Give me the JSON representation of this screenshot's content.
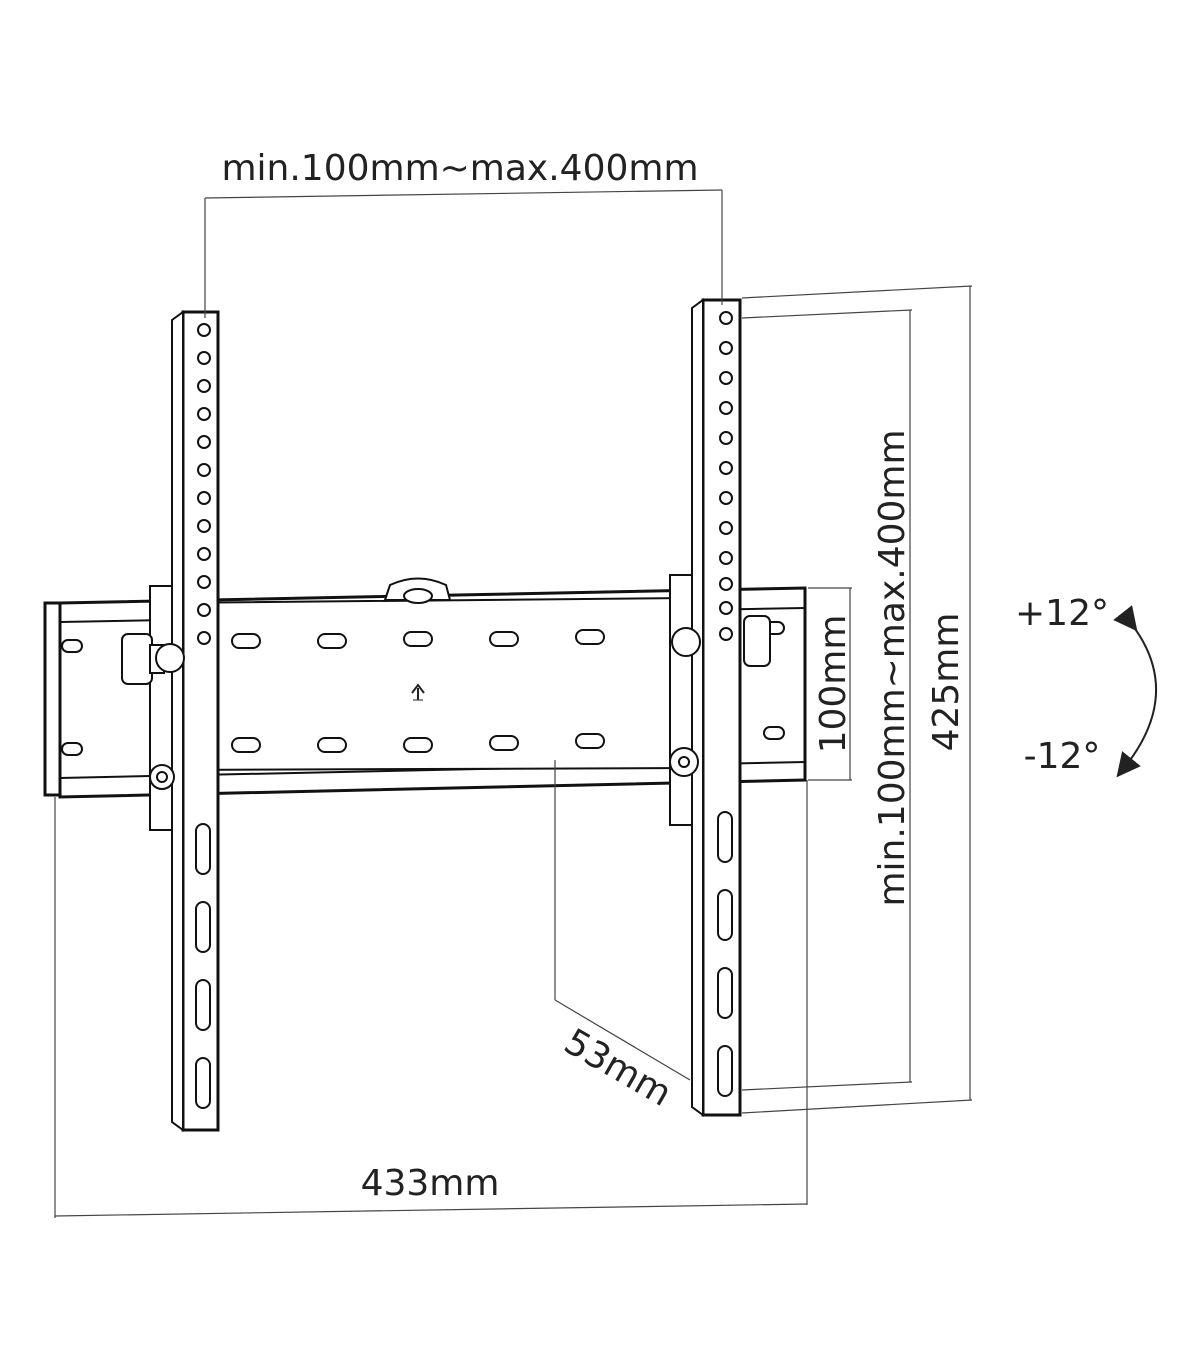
{
  "dimensions": {
    "vesa_width": "min.100mm~max.400mm",
    "vesa_height": "min.100mm~max.400mm",
    "plate_height": "100mm",
    "bracket_height": "425mm",
    "depth": "53mm",
    "total_width": "433mm"
  },
  "tilt": {
    "up": "+12°",
    "down": "-12°"
  },
  "icons": {
    "center_marker": "up-arrow-icon",
    "tilt_indicator": "curved-double-arrow-icon"
  },
  "colors": {
    "line": "#222222",
    "background": "#ffffff"
  }
}
